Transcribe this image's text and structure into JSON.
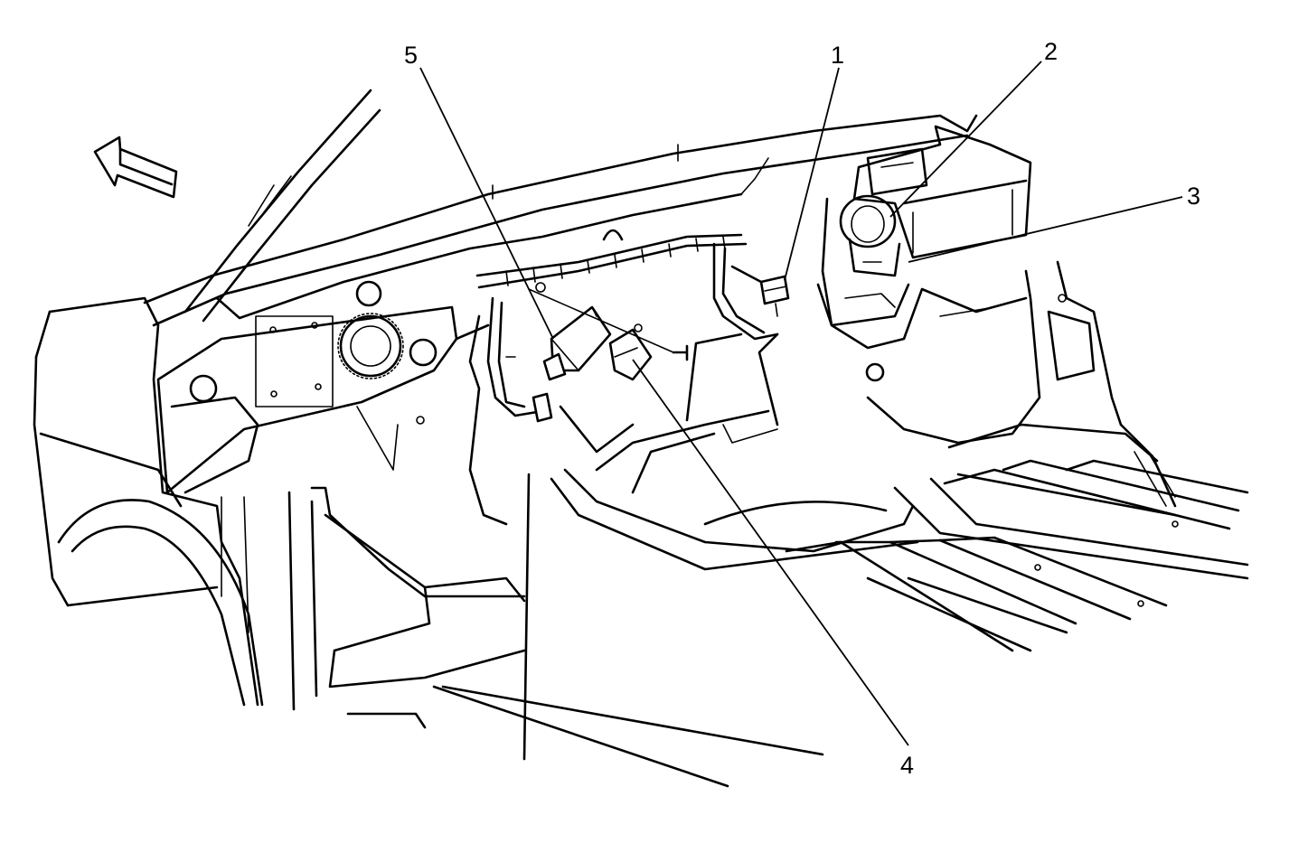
{
  "callouts": [
    {
      "id": "1",
      "label": "1"
    },
    {
      "id": "2",
      "label": "2"
    },
    {
      "id": "3",
      "label": "3"
    },
    {
      "id": "4",
      "label": "4"
    },
    {
      "id": "5",
      "label": "5"
    }
  ],
  "icons": {
    "direction_arrow": "front-direction-arrow-icon"
  }
}
